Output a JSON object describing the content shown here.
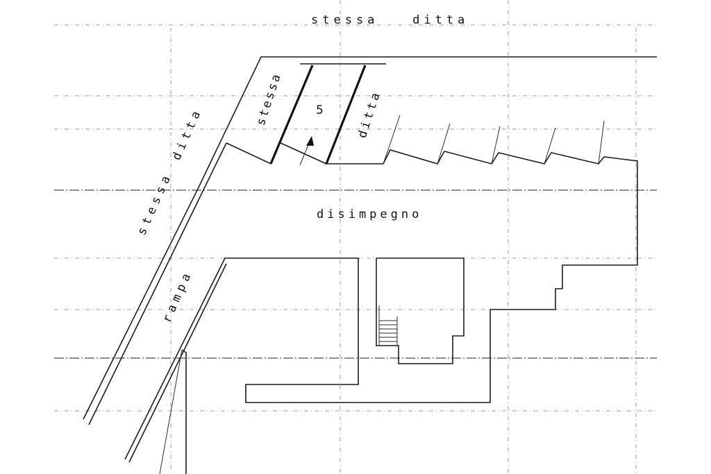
{
  "labels": {
    "top_neighbor": "stessa   ditta",
    "left_stessa": "stessa",
    "left_ditta": "ditta",
    "box_stessa": "stessa",
    "box_ditta": "ditta",
    "unit_number": "5",
    "corridor": "disimpegno",
    "ramp": "rampa"
  },
  "colors": {
    "ink": "#111111",
    "grid": "#9a9a9a",
    "paper": "#ffffff"
  },
  "icons": {
    "entry_arrow": "arrow-up-icon",
    "stairs": "stairs-icon"
  }
}
